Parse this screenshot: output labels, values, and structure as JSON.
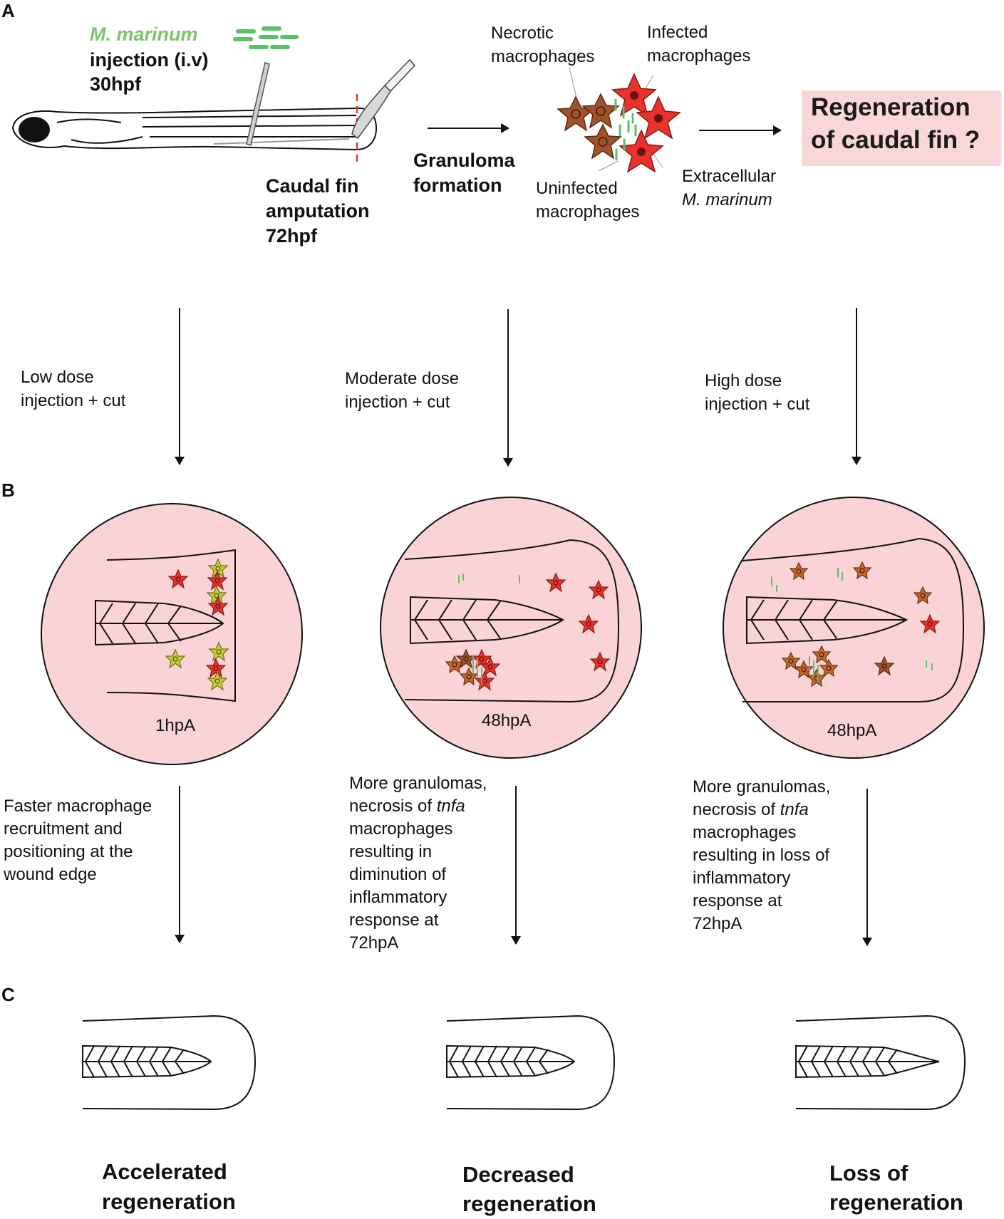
{
  "panels": {
    "a": "A",
    "b": "B",
    "c": "C"
  },
  "injection": {
    "organism": "M. marinum",
    "route": "injection (i.v)",
    "time": "30hpf"
  },
  "amputation": {
    "line1": "Caudal fin",
    "line2": "amputation",
    "line3": "72hpf"
  },
  "granuloma": {
    "line1": "Granuloma",
    "line2": "formation"
  },
  "cell_labels": {
    "necrotic": [
      "Necrotic",
      "macrophages"
    ],
    "infected": [
      "Infected",
      "macrophages"
    ],
    "uninfected": [
      "Uninfected",
      "macrophages"
    ],
    "extracellular": [
      "Extracellular",
      "M. marinum"
    ]
  },
  "question_box": {
    "line1": "Regeneration",
    "line2": "of caudal fin ?"
  },
  "doses": [
    {
      "line1": "Low dose",
      "line2": "injection + cut"
    },
    {
      "line1": "Moderate dose",
      "line2": "injection + cut"
    },
    {
      "line1": "High dose",
      "line2": "injection + cut"
    }
  ],
  "timepoints": [
    "1hpA",
    "48hpA",
    "48hpA"
  ],
  "mechanisms": {
    "low": [
      "Faster macrophage",
      "recruitment and",
      "positioning at the",
      "wound edge"
    ],
    "moderate": {
      "pre": "More granulomas,",
      "necrosis_prefix": "necrosis of ",
      "gene": "tnfa",
      "rest": [
        "macrophages",
        "resulting in",
        "diminution of",
        "inflammatory",
        "response at",
        "72hpA"
      ]
    },
    "high": {
      "pre": "More granulomas,",
      "necrosis_prefix": "necrosis of ",
      "gene": "tnfa",
      "rest": [
        "macrophages",
        "resulting in loss of",
        "inflammatory",
        "response at",
        "72hpA"
      ]
    }
  },
  "outcomes": [
    [
      "Accelerated",
      "regeneration"
    ],
    [
      "Decreased",
      "regeneration"
    ],
    [
      "Loss of",
      "regeneration"
    ]
  ],
  "colors": {
    "bacteria_green": "#5cbf6a",
    "infected_red": "#e8322c",
    "necrotic_brown": "#a0522d",
    "uninfected_yellow": "#c4cf3a",
    "circle_fill": "#f9d3d6",
    "box_fill": "#f9d6d8",
    "amputation_line": "#e03a2f"
  }
}
